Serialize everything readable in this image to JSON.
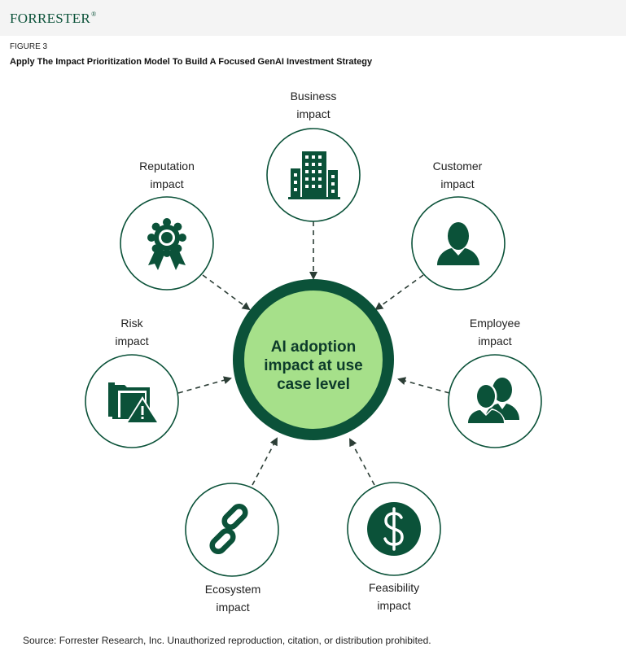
{
  "header": {
    "logo": "FORRESTER",
    "figure_label": "FIGURE 3",
    "title": "Apply The Impact Prioritization Model To Build A Focused GenAI Investment Strategy"
  },
  "center": {
    "lines": [
      "AI adoption",
      "impact at use",
      "case level"
    ]
  },
  "nodes": [
    {
      "id": "business",
      "label": [
        "Business",
        "impact"
      ],
      "icon": "office-building-icon"
    },
    {
      "id": "customer",
      "label": [
        "Customer",
        "impact"
      ],
      "icon": "person-icon"
    },
    {
      "id": "employee",
      "label": [
        "Employee",
        "impact"
      ],
      "icon": "people-icon"
    },
    {
      "id": "feasibility",
      "label": [
        "Feasibility",
        "impact"
      ],
      "icon": "dollar-icon"
    },
    {
      "id": "ecosystem",
      "label": [
        "Ecosystem",
        "impact"
      ],
      "icon": "chain-link-icon"
    },
    {
      "id": "risk",
      "label": [
        "Risk",
        "impact"
      ],
      "icon": "folder-warning-icon"
    },
    {
      "id": "reputation",
      "label": [
        "Reputation",
        "impact"
      ],
      "icon": "award-ribbon-icon"
    }
  ],
  "colors": {
    "dark_green": "#0b5239",
    "light_green": "#a6e08a",
    "outline": "#0b5239",
    "arrow": "#2c3e36"
  },
  "footer": {
    "source": "Source: Forrester Research, Inc. Unauthorized reproduction, citation, or distribution prohibited."
  }
}
